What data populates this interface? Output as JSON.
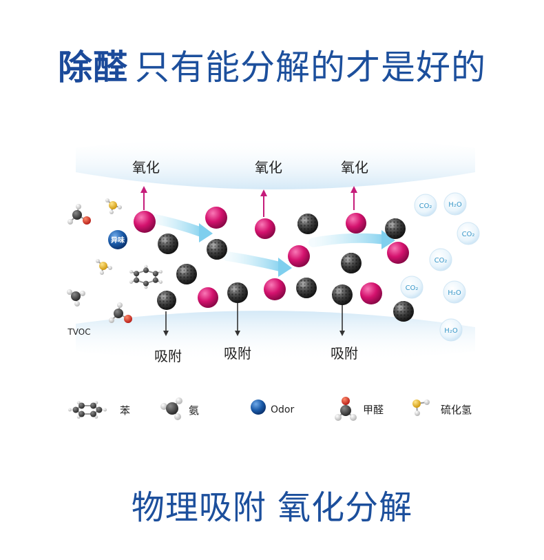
{
  "headline": {
    "bold": "除醛",
    "rest": "只有能分解的才是好的"
  },
  "diagram": {
    "oxidation_labels": [
      "氧化",
      "氧化",
      "氧化"
    ],
    "adsorption_labels": [
      "吸附",
      "吸附",
      "吸附"
    ],
    "odor_badge": "异味",
    "tvoc_label": "TVOC",
    "products": [
      "CO₂",
      "H₂O",
      "CO₂",
      "CO₂",
      "CO₂",
      "H₂O",
      "H₂O"
    ]
  },
  "legend": {
    "items": [
      {
        "label": "苯",
        "icon": "benzene-icon"
      },
      {
        "label": "氨",
        "icon": "ammonia-icon"
      },
      {
        "label": "Odor",
        "icon": "odor-icon"
      },
      {
        "label": "甲醛",
        "icon": "formaldehyde-icon"
      },
      {
        "label": "硫化氢",
        "icon": "hydrogen-sulfide-icon"
      }
    ]
  },
  "footer": {
    "text": "物理吸附 氧化分解"
  },
  "colors": {
    "title": "#1c4f9c",
    "magenta": "#d4126e",
    "carbon": "#333333",
    "arrow_flow": "#8fd3ee",
    "product_text": "#3a98c8",
    "odor_blue": "#1a5aa8",
    "band": "#dcedf8"
  }
}
